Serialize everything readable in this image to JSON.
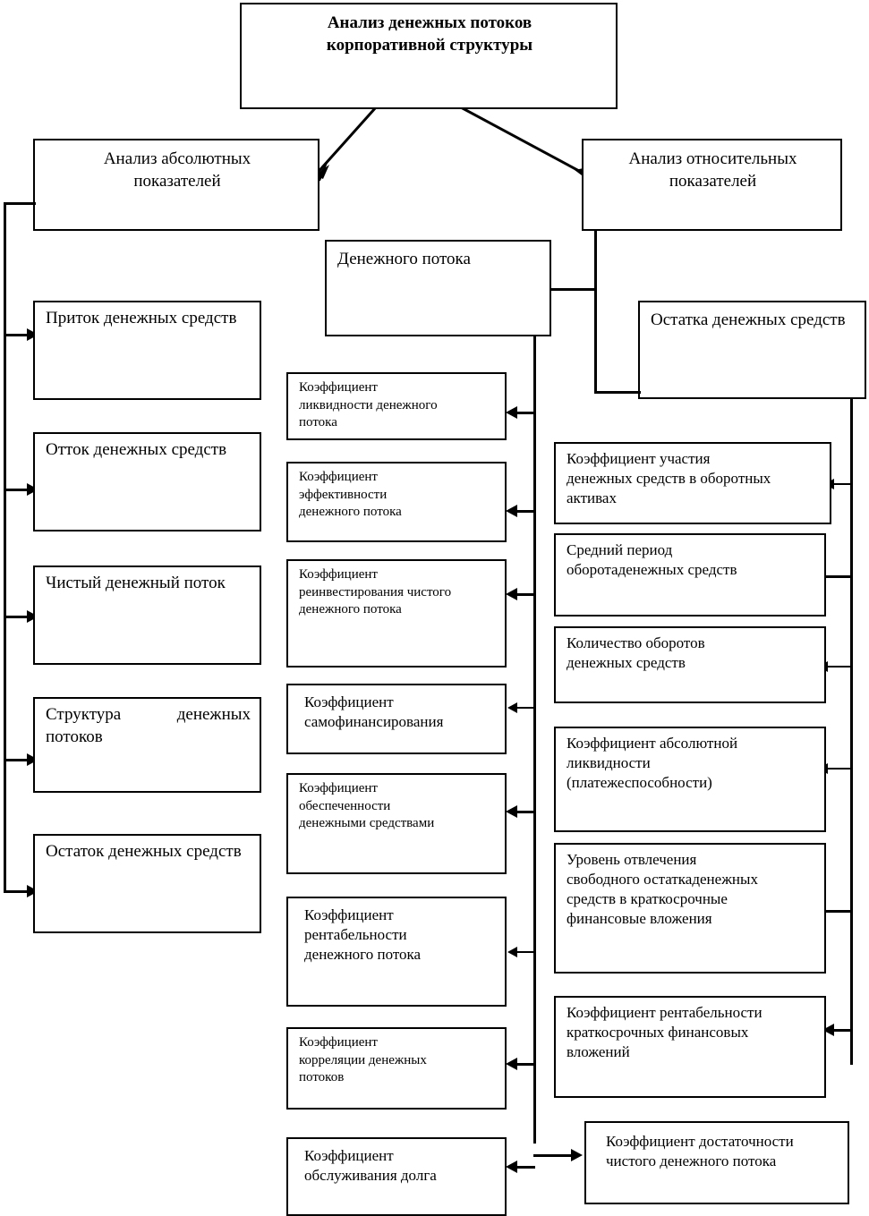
{
  "diagram": {
    "title": "Анализ денежных потоков\nкорпоративной структуры",
    "level2": {
      "left": "Анализ абсолютных\nпоказателей",
      "right": "Анализ относительных\nпоказателей"
    },
    "subheads": {
      "cash_flow": "Денежного потока",
      "cash_balance": "Остатка             денежных средств"
    },
    "absolute_indicators": [
      "Приток        денежных средств",
      "Отток          денежных средств",
      "Чистый       денежный поток",
      "Структура   денежных потоков",
      "Остаток      денежных средств"
    ],
    "cash_flow_ratios": [
      "Коэффициент\nликвидности денежного\nпотока",
      "Коэффициент\nэффективности\nденежного потока",
      "Коэффициент\nреинвестирования чистого\nденежного потока",
      "Коэффициент\nсамофинансирования",
      "Коэффициент\nобеспеченности\nденежными средствами",
      "Коэффициент\nрентабельности\nденежного потока",
      "Коэффициент\nкорреляции денежных\nпотоков",
      "Коэффициент\nобслуживания долга"
    ],
    "cash_balance_ratios": [
      "Коэффициент участия\nденежных средств в оборотных\nактивах",
      "Средний период\nоборотаденежных средств",
      "Количество оборотов\nденежных средств",
      "Коэффициент абсолютной\nликвидности\n(платежеспособности)",
      "Уровень отвлечения\nсвободного остаткаденежных\nсредств в краткосрочные\nфинансовые вложения",
      "Коэффициент рентабельности\nкраткосрочных финансовых\nвложений"
    ],
    "bottom_ratio": "Коэффициент достаточности\nчистого  денежного потока",
    "colors": {
      "stroke": "#000000",
      "background": "#ffffff",
      "text": "#000000"
    }
  }
}
